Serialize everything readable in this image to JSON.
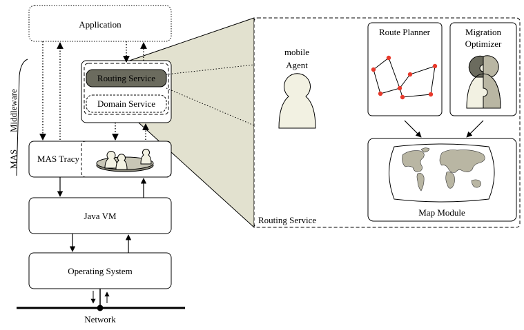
{
  "left_stack": {
    "application_label": "Application",
    "routing_service_label": "Routing Service",
    "domain_service_label": "Domain Service",
    "mas_tracy_label": "MAS Tracy",
    "java_vm_label": "Java VM",
    "operating_system_label": "Operating System",
    "network_label": "Network"
  },
  "side_labels": {
    "middleware": "Middleware",
    "mas": "MAS"
  },
  "detail_panel": {
    "mobile_agent_line1": "mobile",
    "mobile_agent_line2": "Agent",
    "route_planner_label": "Route Planner",
    "migration_optimizer_line1": "Migration",
    "migration_optimizer_line2": "Optimizer",
    "map_module_label": "Map Module",
    "panel_caption": "Routing Service"
  },
  "colors": {
    "routing_service_fill": "#6b6b5e",
    "zoom_fill": "#e2e1cf",
    "agent_fill": "#f2f1e2",
    "route_point": "#e8392b",
    "map_ocean": "#ffffff",
    "map_land": "#b9b6a3"
  }
}
